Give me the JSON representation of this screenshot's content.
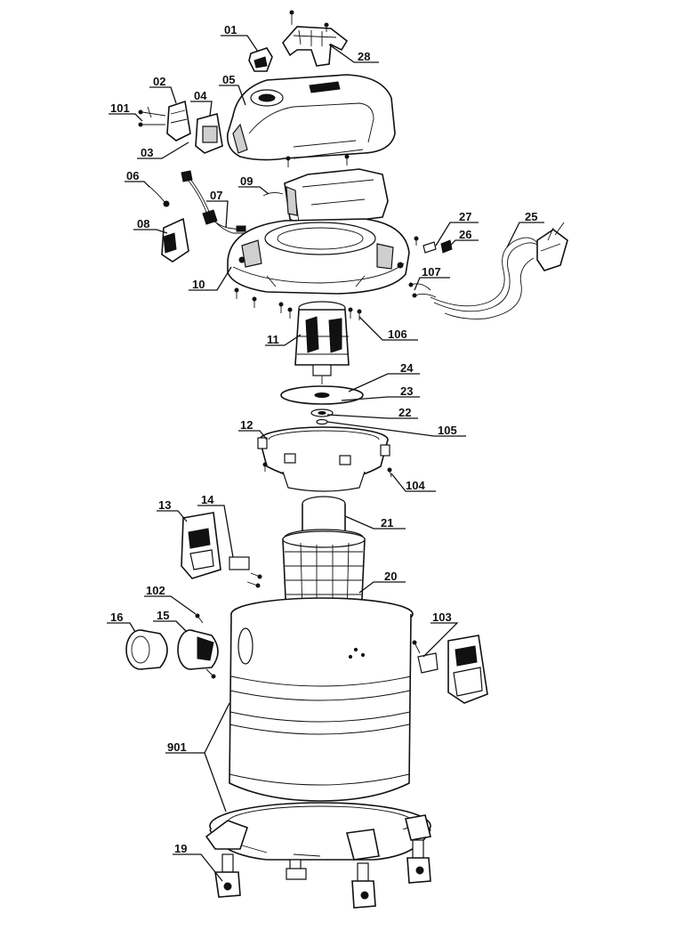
{
  "labels": {
    "p01": "01",
    "p02": "02",
    "p03": "03",
    "p04": "04",
    "p05": "05",
    "p06": "06",
    "p07": "07",
    "p08": "08",
    "p09": "09",
    "p10": "10",
    "p11": "11",
    "p12": "12",
    "p13": "13",
    "p14": "14",
    "p15": "15",
    "p16": "16",
    "p19": "19",
    "p20": "20",
    "p21": "21",
    "p22": "22",
    "p23": "23",
    "p24": "24",
    "p25": "25",
    "p26": "26",
    "p27": "27",
    "p28": "28",
    "p101": "101",
    "p102": "102",
    "p103": "103",
    "p104": "104",
    "p105": "105",
    "p106": "106",
    "p107": "107",
    "p901": "901"
  }
}
